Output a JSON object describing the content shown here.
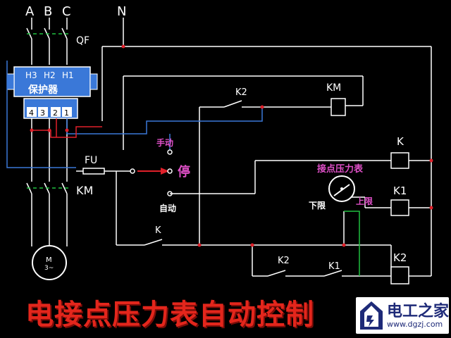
{
  "diagram": {
    "phases": [
      "A",
      "B",
      "C"
    ],
    "neutral": "N",
    "breaker": "QF",
    "protector": {
      "name": "保护器",
      "top_terminals": [
        "H3",
        "H2",
        "H1"
      ],
      "bottom_terminals": [
        "4",
        "3",
        "2",
        "1"
      ]
    },
    "fuse": "FU",
    "main_contactor": "KM",
    "motor_label": "M",
    "motor_sub": "3~",
    "switch": {
      "manual": "手动",
      "stop": "停",
      "auto": "自动"
    },
    "contacts": {
      "k2_top": "K2",
      "km_coil": "KM",
      "k_contact": "K",
      "k2_bottom": "K2",
      "k1_bottom": "K1"
    },
    "coils": {
      "k": "K",
      "k1": "K1",
      "k2": "K2"
    },
    "gauge": {
      "name": "接点压力表",
      "lower": "下限",
      "upper": "上限"
    }
  },
  "title": "电接点压力表自动控制",
  "logo": {
    "name": "电工之家",
    "url": "www.dgzj.com"
  },
  "colors": {
    "wire": "#ffffff",
    "node": "#e0202a",
    "blue_wire": "#3a78d8",
    "red_wire": "#e0202a",
    "green_wire": "#20c040",
    "title": "#e3261c",
    "magenta": "#e050c8"
  }
}
